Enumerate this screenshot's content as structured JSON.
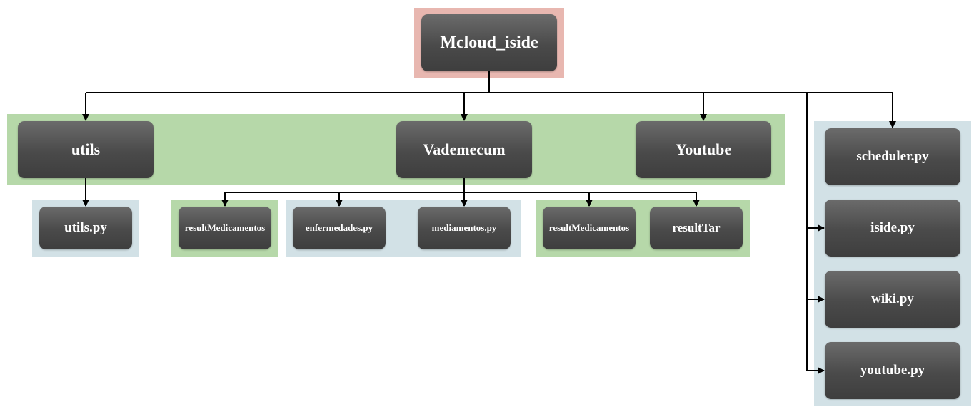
{
  "diagram": {
    "root": {
      "label": "Mcloud_iside"
    },
    "level1": {
      "utils": "utils",
      "vademecum": "Vademecum",
      "youtube": "Youtube"
    },
    "children": {
      "utils_py": "utils.py",
      "result_medicamentos_1": "resultMedicamentos",
      "enfermedades_py": "enfermedades.py",
      "mediamentos_py": "mediamentos.py",
      "result_medicamentos_2": "resultMedicamentos",
      "result_tar": "resultTar"
    },
    "root_files": {
      "scheduler_py": "scheduler.py",
      "iside_py": "iside.py",
      "wiki_py": "wiki.py",
      "youtube_py": "youtube.py"
    },
    "colors": {
      "root_panel": "#e8b7b0",
      "group_green": "#b6d8a9",
      "group_blue": "#d2e1e6",
      "node_fill": "#4a4a4a",
      "node_text": "#ffffff",
      "edge": "#000000"
    }
  }
}
